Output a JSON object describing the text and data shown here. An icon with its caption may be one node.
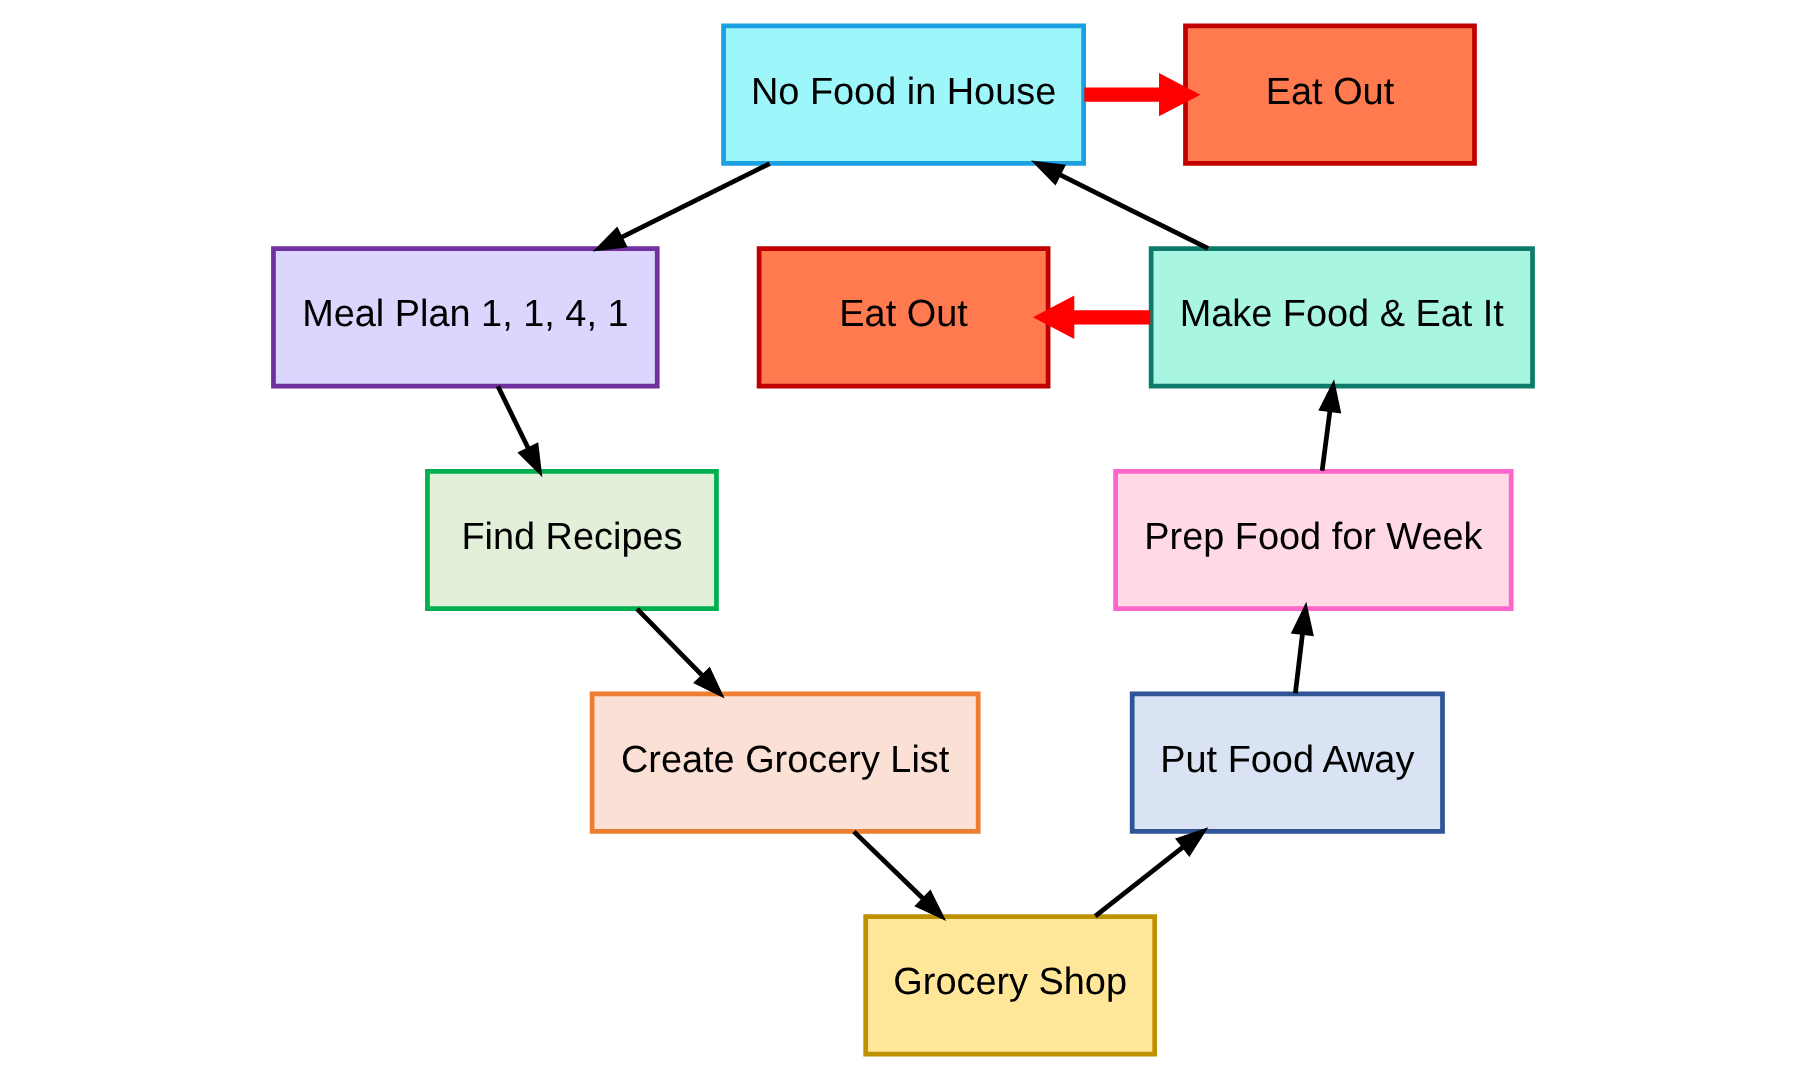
{
  "diagram": {
    "nodes": [
      {
        "text": [
          "No Food in House"
        ]
      },
      {
        "text": [
          "Eat Out"
        ]
      },
      {
        "text": [
          "Meal Plan 1, 1, 4, 1"
        ]
      },
      {
        "text": [
          "Find Recipes"
        ]
      },
      {
        "text": [
          "Create Grocery List"
        ]
      },
      {
        "text": [
          "Grocery Shop"
        ]
      },
      {
        "text": [
          "Put Food Away"
        ]
      },
      {
        "text": [
          "Prep Food for Week"
        ]
      },
      {
        "text": [
          "Make Food & Eat It"
        ]
      },
      {
        "text": [
          "Eat Out"
        ]
      }
    ],
    "edges": [
      {
        "from": 0,
        "to": 1,
        "arrow": "to",
        "style": "thick",
        "color": "#ff0000"
      },
      {
        "from": 0,
        "to": 2,
        "arrow": "to"
      },
      {
        "from": 2,
        "to": 3,
        "arrow": "to"
      },
      {
        "from": 3,
        "to": 4,
        "arrow": "to"
      },
      {
        "from": 4,
        "to": 5,
        "arrow": "to"
      },
      {
        "from": 5,
        "to": 6,
        "arrow": "to"
      },
      {
        "from": 6,
        "to": 7,
        "arrow": "to"
      },
      {
        "from": 7,
        "to": 8,
        "arrow": "to"
      },
      {
        "from": 8,
        "to": 0,
        "arrow": "to"
      },
      {
        "from": 8,
        "to": 9,
        "arrow": "to",
        "style": "thick",
        "color": "#ff0000"
      }
    ]
  }
}
